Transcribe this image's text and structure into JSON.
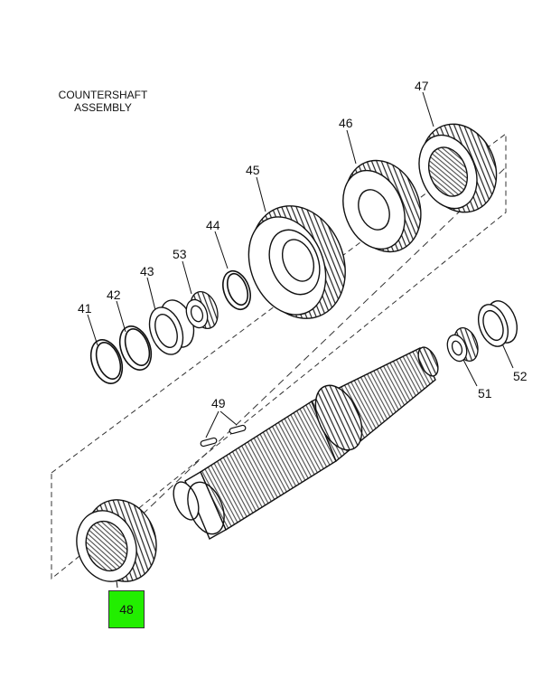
{
  "title": {
    "line1": "COUNTERSHAFT",
    "line2": "ASSEMBLY"
  },
  "callouts": {
    "c41": "41",
    "c42": "42",
    "c43": "43",
    "c53": "53",
    "c44": "44",
    "c45": "45",
    "c46": "46",
    "c47": "47",
    "c49": "49",
    "c51": "51",
    "c52": "52",
    "c48": "48"
  },
  "highlight": {
    "part": "48",
    "color": "#22ee00"
  }
}
